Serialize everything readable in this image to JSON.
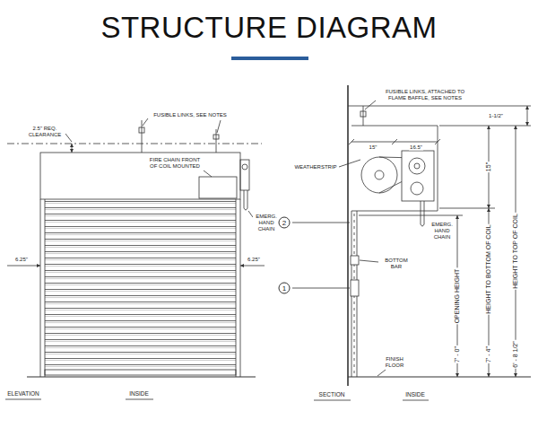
{
  "diagram": {
    "title": "STRUCTURE DIAGRAM",
    "nodes": [
      {
        "text": [
          "2"
        ]
      },
      {
        "text": [
          "1"
        ]
      }
    ],
    "labels": [
      "FUSIBLE LINKS, SEE NOTES",
      "2.5\" REQ. CLEARANCE",
      "FIRE CHAIN FRONT OF COIL MOUNTED",
      "EMERG. HAND CHAIN",
      "6.25\"",
      "6.25\"",
      "ELEVATION",
      "INSIDE",
      "FUSIBLE LINKS, ATTACHED TO FLAME BAFFLE, SEE NOTES",
      "1-1/2\"",
      "15\"",
      "16.5\"",
      "WEATHERSTRIP",
      "15\"",
      "EMERG. HAND CHAIN",
      "BOTTOM BAR",
      "OPENING HEIGHT",
      "HEIGHT TO BOTTOM OF COIL",
      "HEIGHT TO TOP OF COIL",
      "7' - 0\"",
      "7' - 4\"",
      "6' - 8 1/2\"",
      "FINISH FLOOR",
      "SECTION",
      "INSIDE"
    ]
  }
}
